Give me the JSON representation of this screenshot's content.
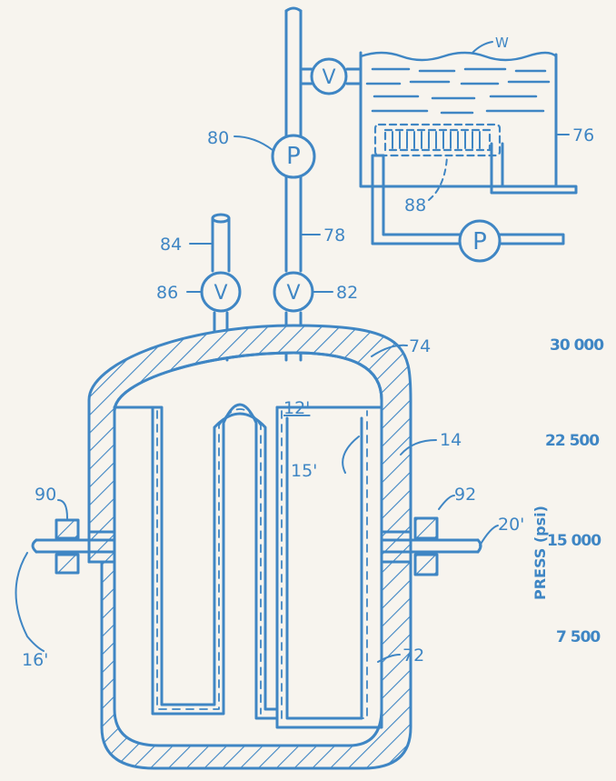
{
  "colors": {
    "ink": "#3f86c4",
    "paper": "#f7f4ee"
  },
  "reference_labels": {
    "l80": "80",
    "l76": "76",
    "lW": "W",
    "l88": "88",
    "l84": "84",
    "l78": "78",
    "l86": "86",
    "l82": "82",
    "l74": "74",
    "l12": "12'",
    "l14": "14",
    "l15": "15'",
    "l90": "90",
    "l92": "92",
    "l20": "20'",
    "l16": "16'",
    "l72": "72"
  },
  "symbols": {
    "valve": "V",
    "pump": "P"
  },
  "axis": {
    "title": "PRESS (psi)",
    "ticks": [
      "30 000",
      "22 500",
      "15 000",
      "7 500"
    ]
  }
}
